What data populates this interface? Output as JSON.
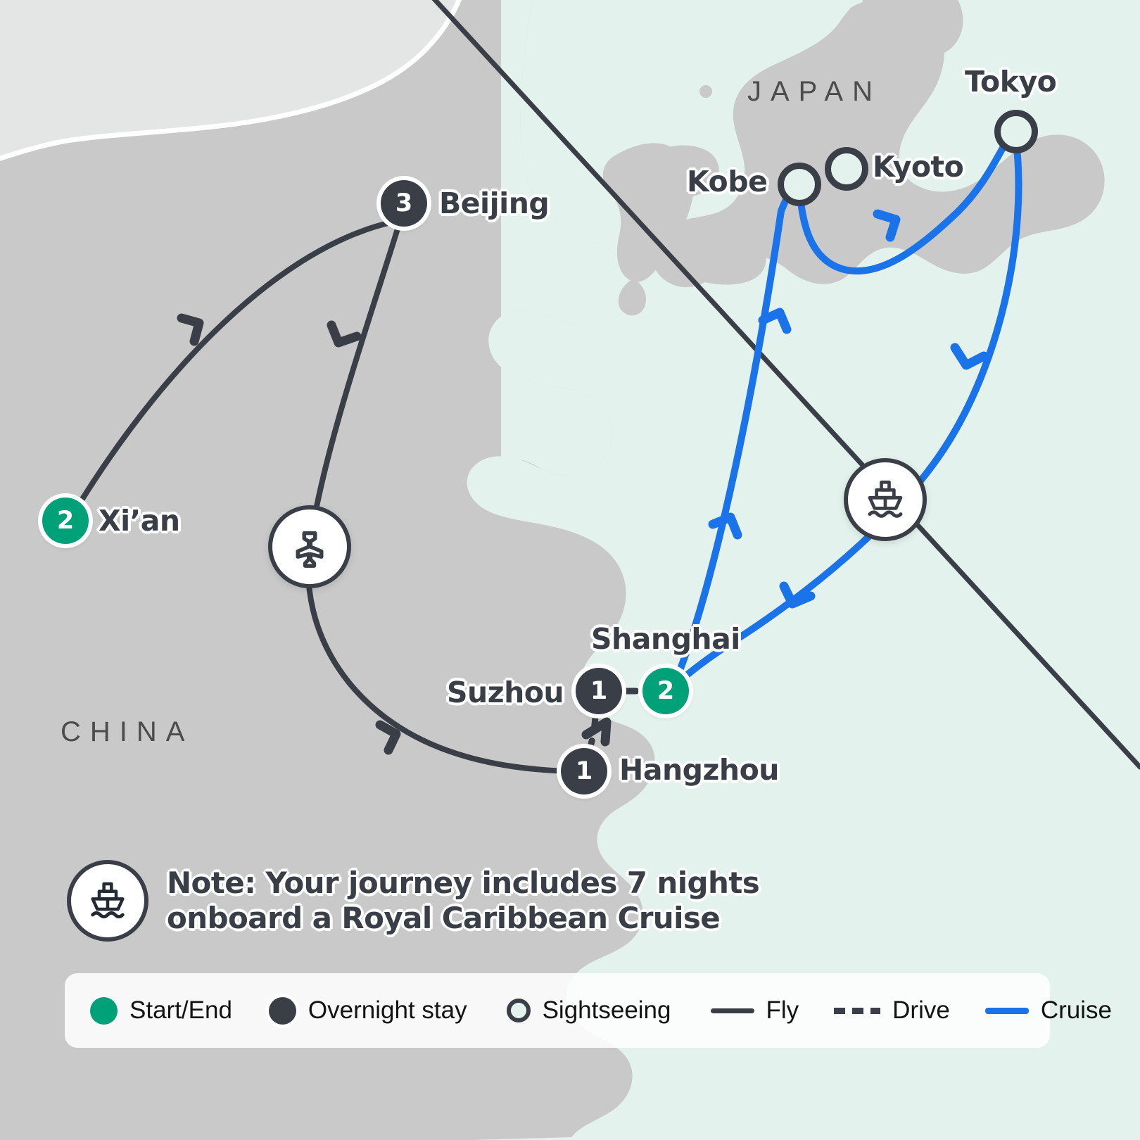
{
  "map": {
    "colors": {
      "sea": "#e4f2ed",
      "land": "#c9c9c9",
      "land_light": "#e4e6e5",
      "start_end": "#00a178",
      "overnight": "#3a3f47",
      "cruise_line": "#1a73e8",
      "fly_line": "#3a3f47",
      "label_text": "#3a3f47"
    },
    "countries": [
      {
        "name": "CHINA",
        "label": "CHINA"
      },
      {
        "name": "JAPAN",
        "label": "JAPAN"
      }
    ],
    "cities": [
      {
        "name": "Xi'an",
        "label": "Xi’an",
        "badge": "2",
        "type": "start-end"
      },
      {
        "name": "Beijing",
        "label": "Beijing",
        "badge": "3",
        "type": "overnight"
      },
      {
        "name": "Suzhou",
        "label": "Suzhou",
        "badge": "1",
        "type": "overnight"
      },
      {
        "name": "Hangzhou",
        "label": "Hangzhou",
        "badge": "1",
        "type": "overnight"
      },
      {
        "name": "Shanghai",
        "label": "Shanghai",
        "badge": "2",
        "type": "start-end"
      },
      {
        "name": "Kobe",
        "label": "Kobe",
        "badge": "",
        "type": "sightseeing"
      },
      {
        "name": "Kyoto",
        "label": "Kyoto",
        "badge": "",
        "type": "sightseeing"
      },
      {
        "name": "Tokyo",
        "label": "Tokyo",
        "badge": "",
        "type": "sightseeing"
      }
    ],
    "mode_markers": [
      {
        "name": "plane-marker",
        "icon": "airplane-icon"
      },
      {
        "name": "ship-marker",
        "icon": "cruise-ship-icon"
      }
    ]
  },
  "note": {
    "icon": "cruise-ship-icon",
    "line1": "Note: Your journey includes 7 nights",
    "line2": "onboard a Royal Caribbean Cruise"
  },
  "legend": {
    "items": [
      {
        "label": "Start/End",
        "swatch": "green-dot"
      },
      {
        "label": "Overnight stay",
        "swatch": "dark-dot"
      },
      {
        "label": "Sightseeing",
        "swatch": "ring-dot"
      },
      {
        "label": "Fly",
        "swatch": "solid-line"
      },
      {
        "label": "Drive",
        "swatch": "dashed-line"
      },
      {
        "label": "Cruise",
        "swatch": "blue-line"
      }
    ]
  }
}
